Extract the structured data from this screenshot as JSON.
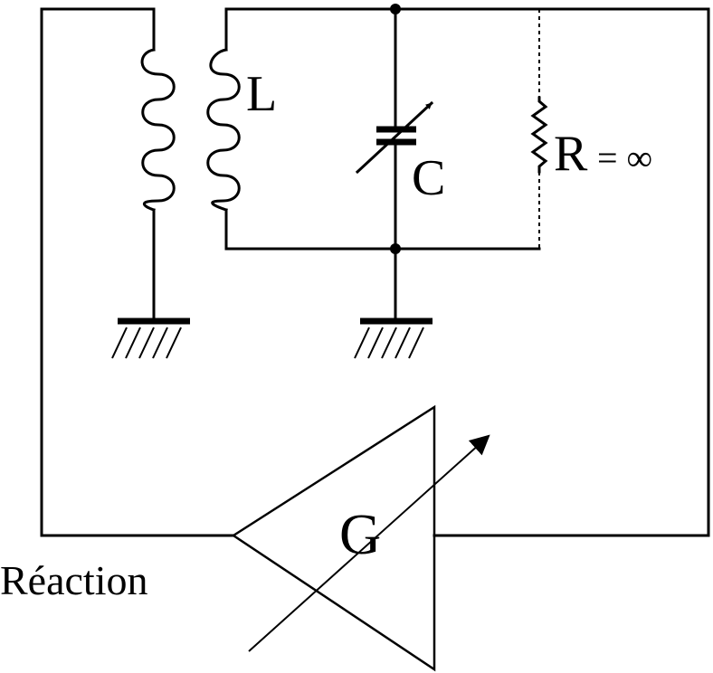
{
  "labels": {
    "inductor": "L",
    "capacitor": "C",
    "resistor_symbol": "R",
    "resistor_value": "= ∞",
    "amplifier": "G",
    "feedback": "Réaction"
  },
  "colors": {
    "line": "#000000",
    "background": "#ffffff"
  },
  "icons": {
    "ground": "ground-icon",
    "junction": "junction-dot-icon",
    "variable_arrow": "variable-arrow-icon"
  }
}
